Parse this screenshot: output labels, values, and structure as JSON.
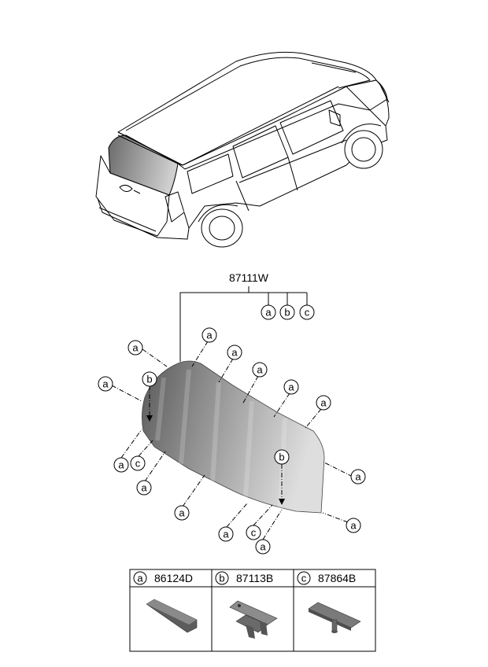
{
  "main_part": {
    "number": "87111W",
    "sub_refs": [
      "a",
      "b",
      "c"
    ]
  },
  "callouts": {
    "a": "a",
    "b": "b",
    "c": "c"
  },
  "legend": [
    {
      "letter": "a",
      "part_number": "86124D",
      "icon": "clip-block-icon"
    },
    {
      "letter": "b",
      "part_number": "87113B",
      "icon": "bracket-clip-icon"
    },
    {
      "letter": "c",
      "part_number": "87864B",
      "icon": "pin-spacer-icon"
    }
  ],
  "colors": {
    "glass_dark": "#5f5f5f",
    "glass_light": "#d4d4d4",
    "line": "#000000"
  }
}
